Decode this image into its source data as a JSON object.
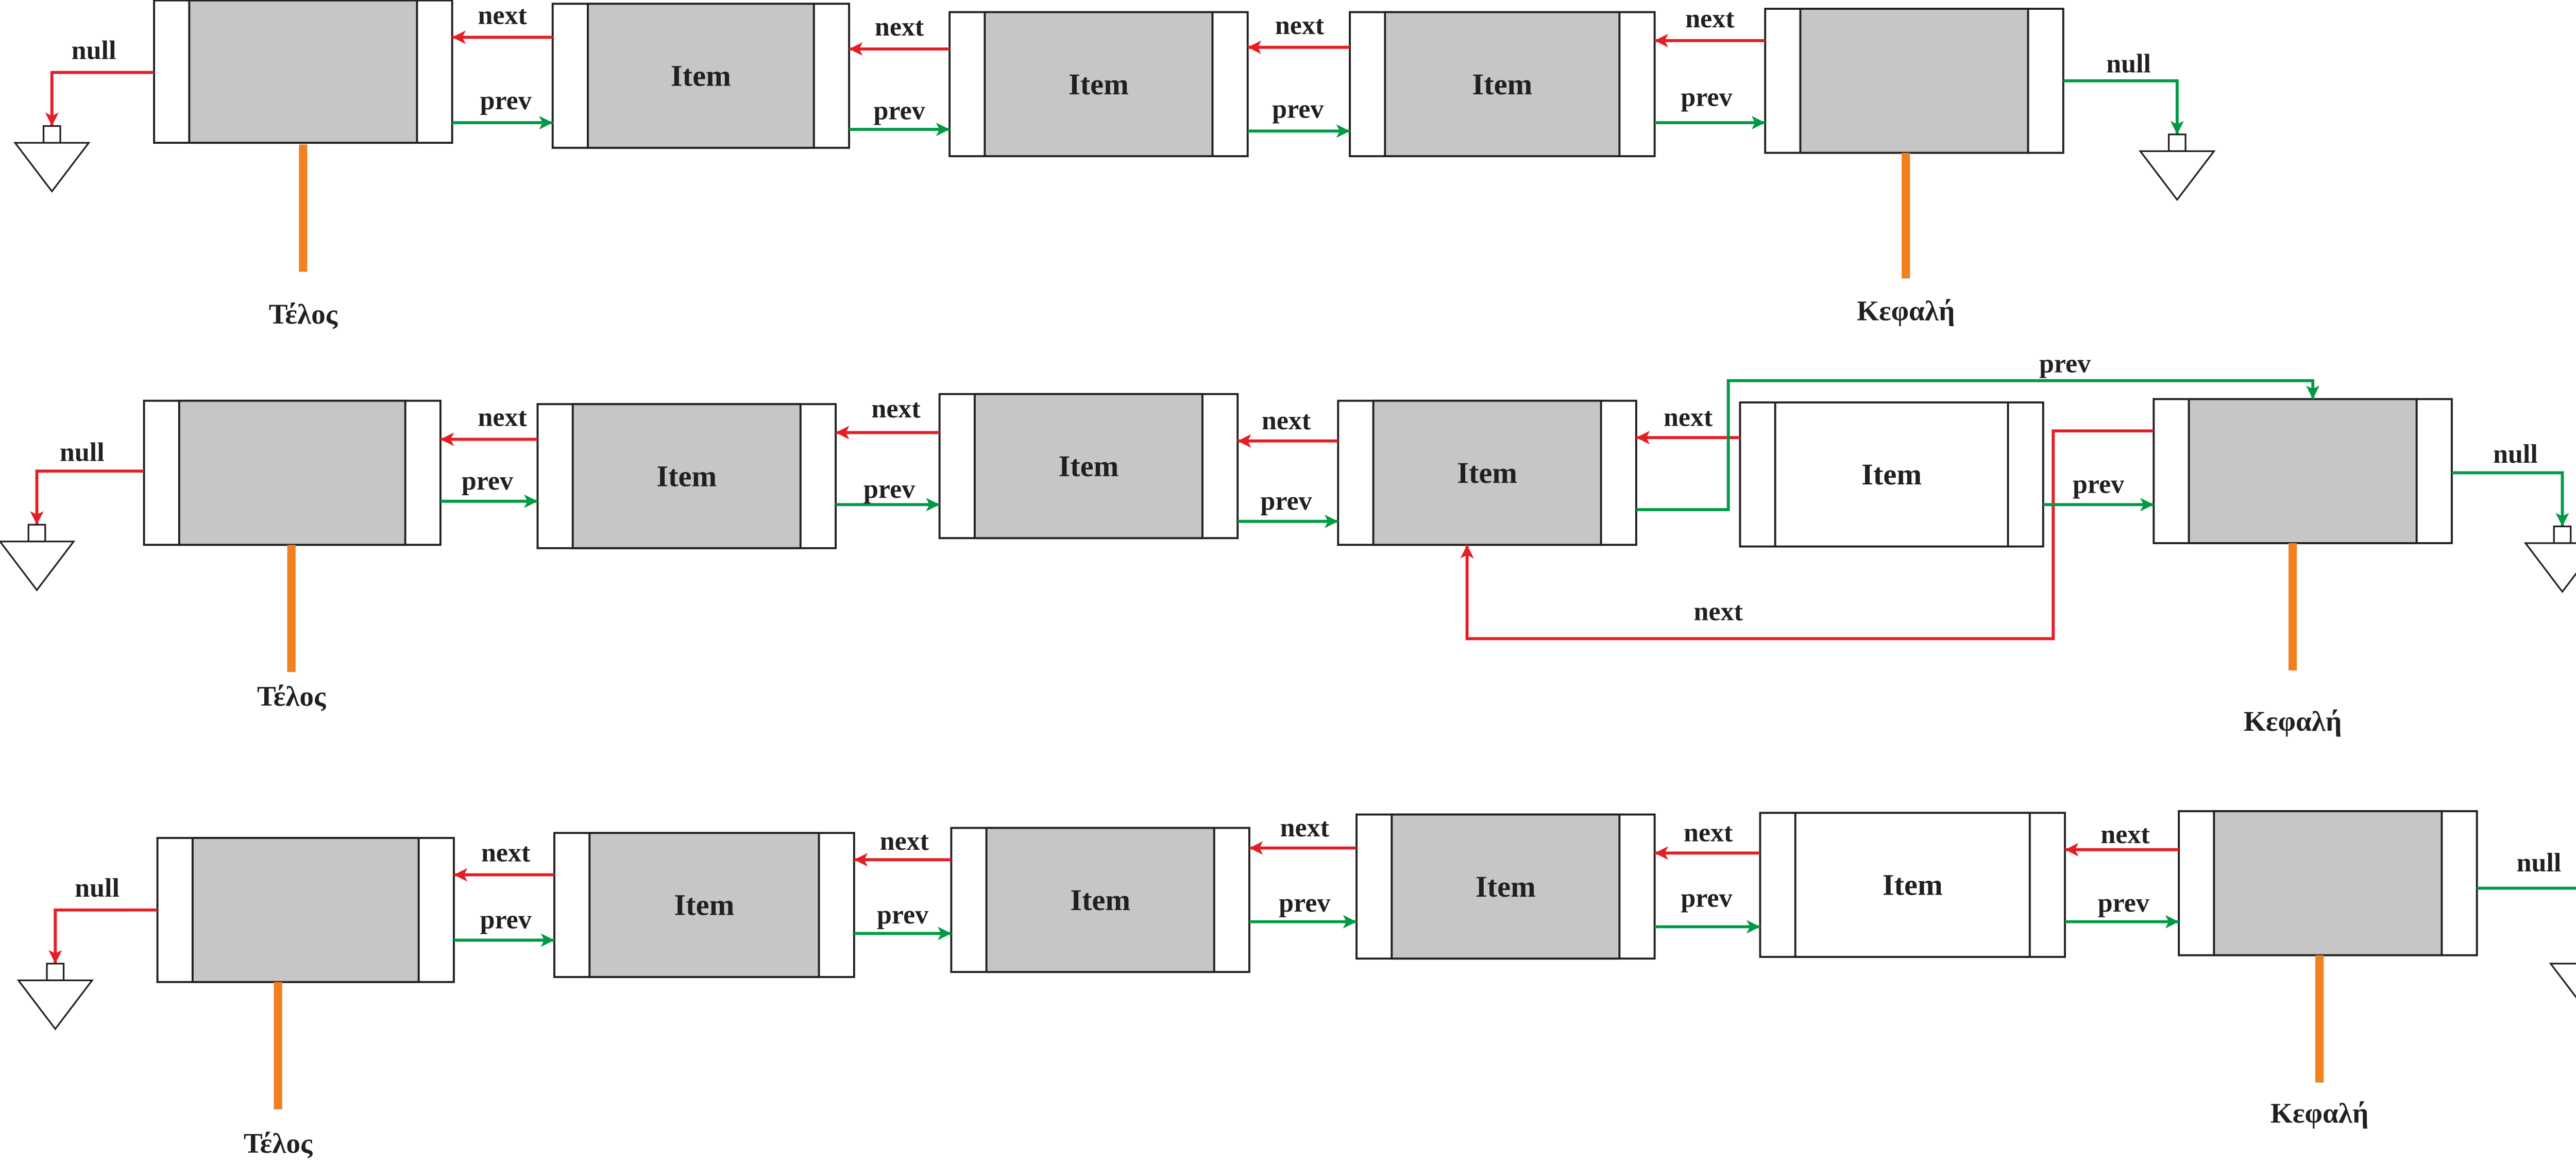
{
  "colors": {
    "next": "#e31e24",
    "prev": "#009a44",
    "pointer_stem": "#f08020",
    "node_fill": "#c5c6c5",
    "node_new_fill": "#ffffff",
    "outline": "#231f20"
  },
  "rows": [
    {
      "nodes": [
        "",
        "Item",
        "Item",
        "Item",
        ""
      ],
      "next_labels": [
        "next",
        "next",
        "next",
        "next"
      ],
      "prev_labels": [
        "prev",
        "prev",
        "prev",
        "prev"
      ],
      "null_left": "null",
      "null_right": "null",
      "tail": "Τέλος",
      "head": "Κεφαλή"
    },
    {
      "nodes": [
        "",
        "Item",
        "Item",
        "Item",
        "Item",
        ""
      ],
      "next_labels": [
        "next",
        "next",
        "next",
        "next",
        "next"
      ],
      "prev_labels": [
        "prev",
        "prev",
        "prev",
        "prev",
        "prev"
      ],
      "null_left": "null",
      "null_right": "null",
      "tail": "Τέλος",
      "head": "Κεφαλή"
    },
    {
      "nodes": [
        "",
        "Item",
        "Item",
        "Item",
        "Item",
        ""
      ],
      "next_labels": [
        "next",
        "next",
        "next",
        "next",
        "next"
      ],
      "prev_labels": [
        "prev",
        "prev",
        "prev",
        "prev",
        "prev"
      ],
      "null_left": "null",
      "null_right": "null",
      "tail": "Τέλος",
      "head": "Κεφαλή"
    }
  ]
}
